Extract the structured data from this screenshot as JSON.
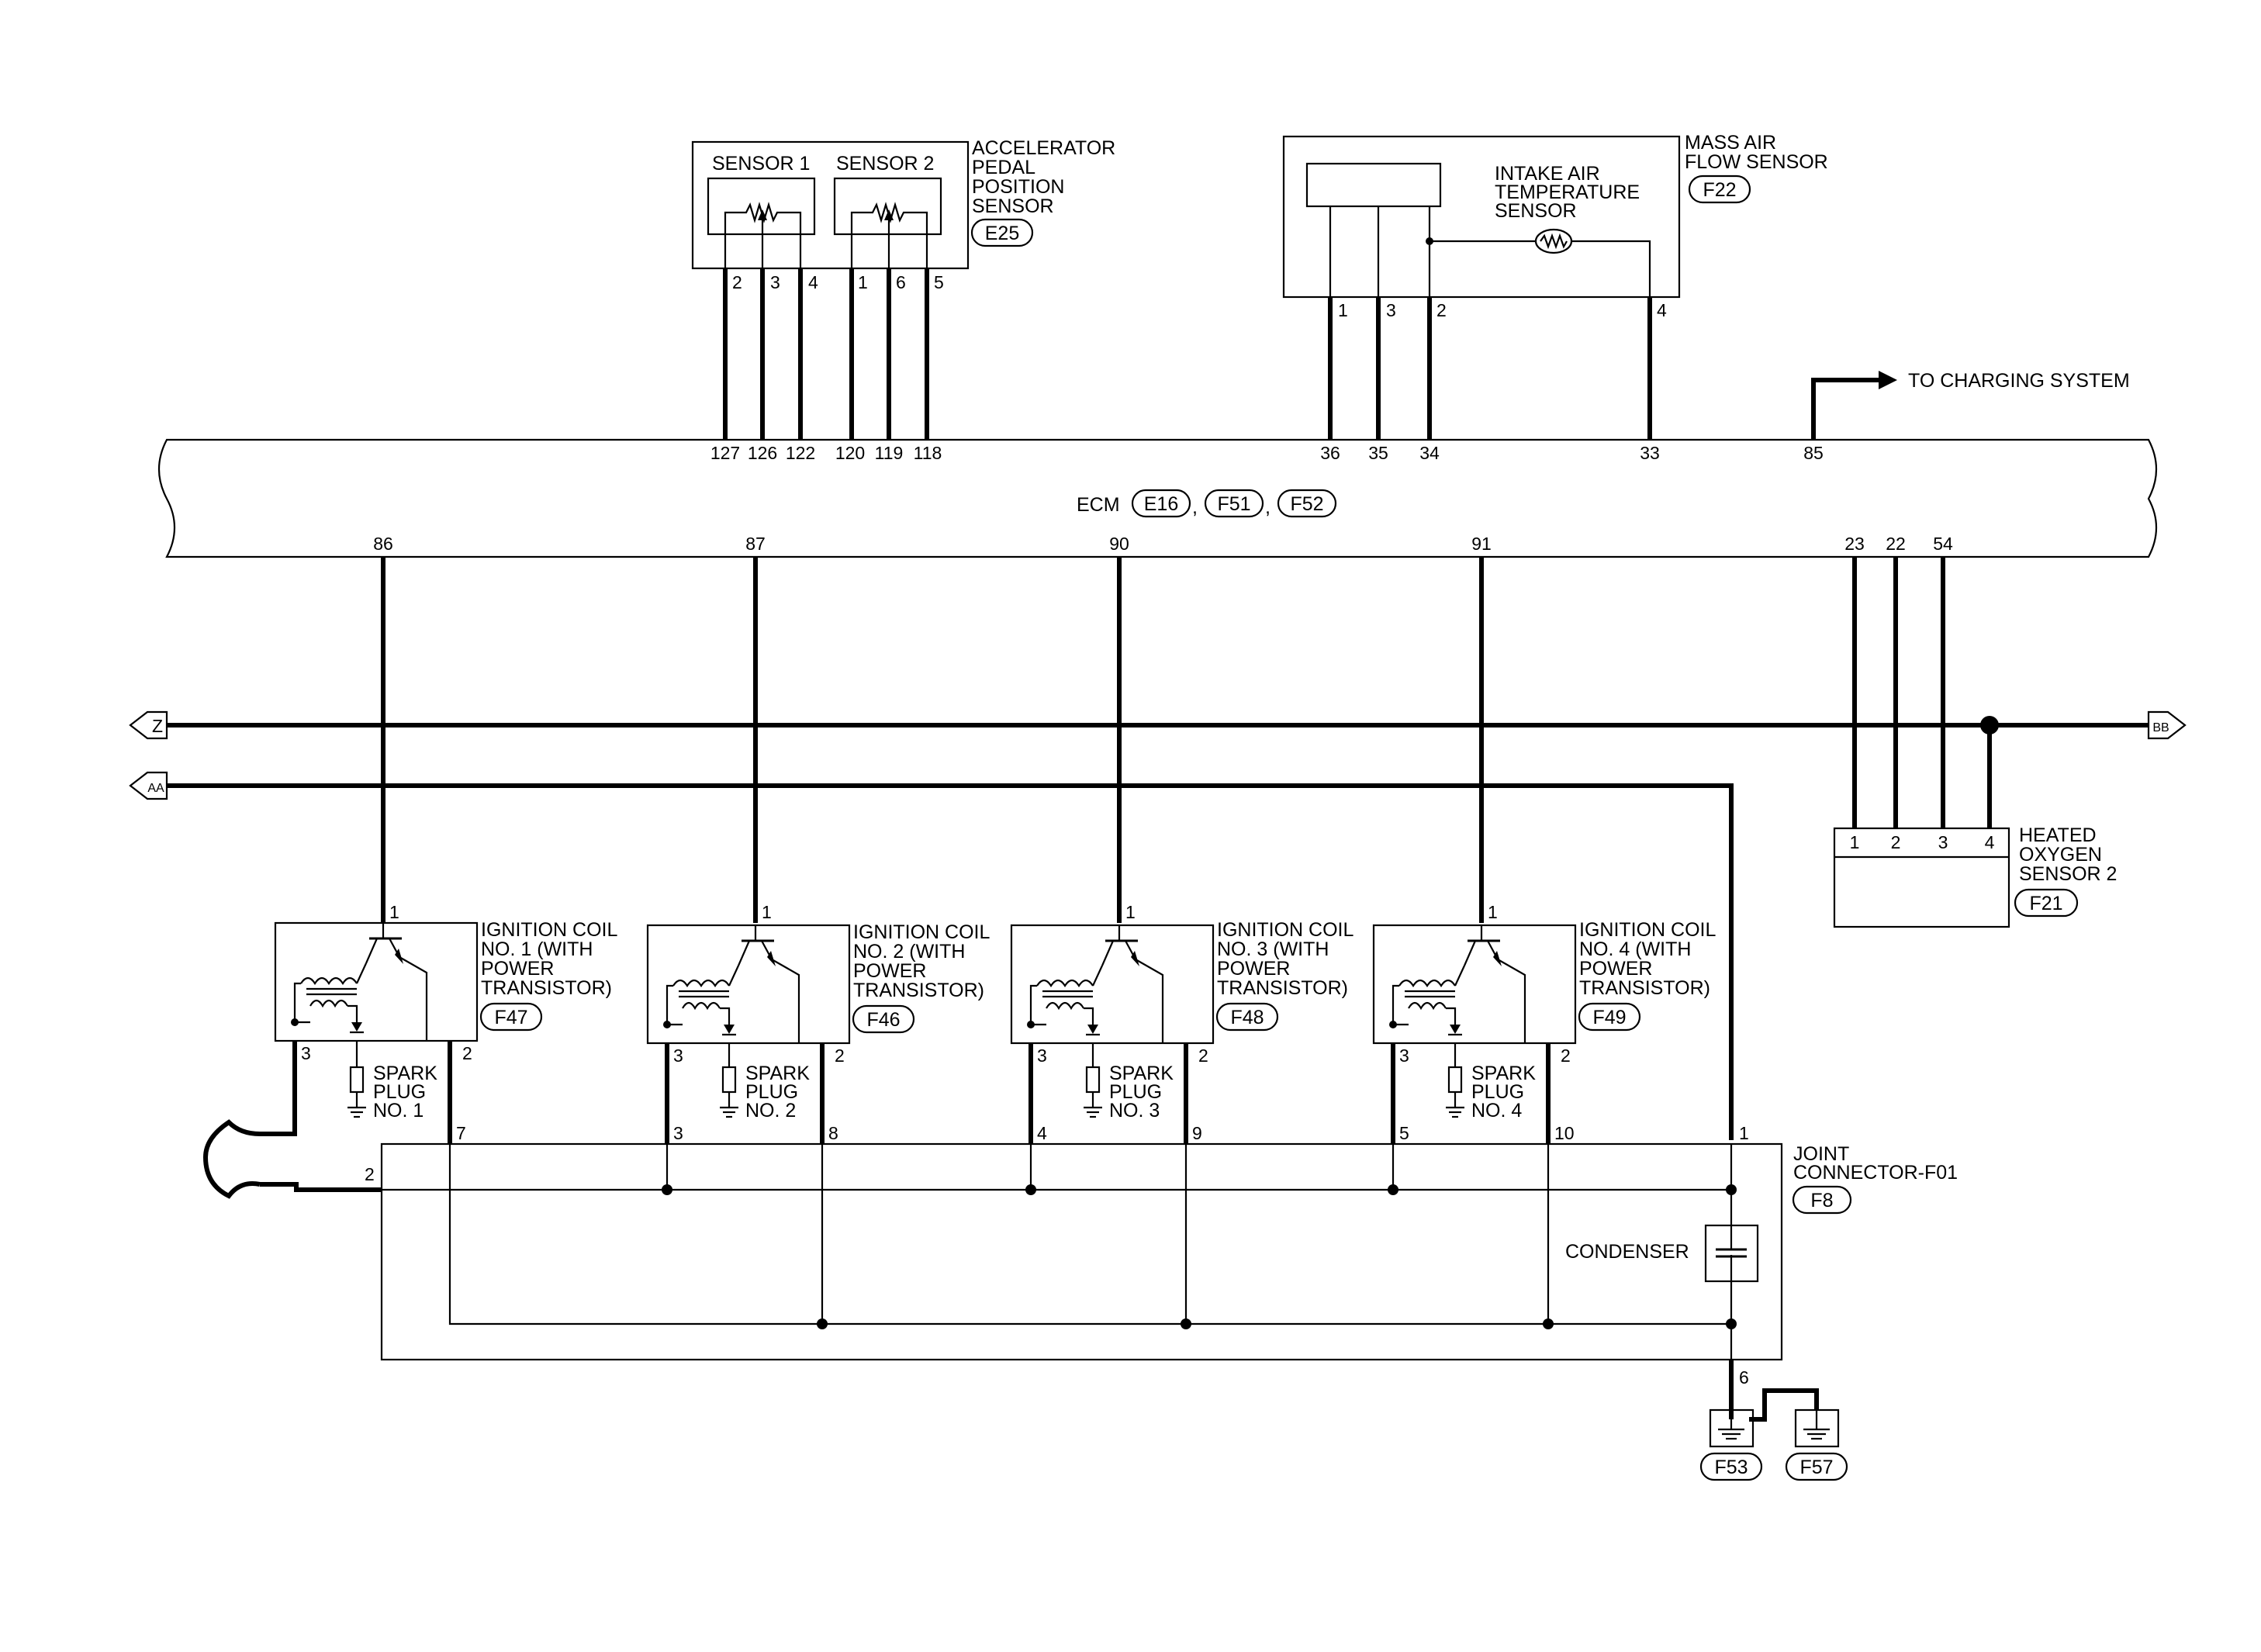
{
  "ecm": {
    "label": "ECM",
    "connectors": [
      "E16",
      "F51",
      "F52"
    ]
  },
  "accelerator_sensor": {
    "title_lines": [
      "ACCELERATOR",
      "PEDAL",
      "POSITION",
      "SENSOR"
    ],
    "connector": "E25",
    "sensor1_label": "SENSOR 1",
    "sensor2_label": "SENSOR 2",
    "device_pins": [
      "2",
      "3",
      "4",
      "1",
      "6",
      "5"
    ],
    "ecm_pins": [
      "127",
      "126",
      "122",
      "120",
      "119",
      "118"
    ]
  },
  "maf_sensor": {
    "title_lines": [
      "MASS AIR",
      "FLOW SENSOR"
    ],
    "connector": "F22",
    "iat_lines": [
      "INTAKE AIR",
      "TEMPERATURE",
      "SENSOR"
    ],
    "device_pins": [
      "1",
      "3",
      "2",
      "4"
    ],
    "ecm_pins": [
      "36",
      "35",
      "34",
      "33"
    ]
  },
  "charging": {
    "label": "TO CHARGING SYSTEM",
    "ecm_pin": "85"
  },
  "ecm_bottom_pins": [
    "86",
    "87",
    "90",
    "91",
    "23",
    "22",
    "54"
  ],
  "bus": {
    "z_label": "Z",
    "aa_label": "AA",
    "bb_label": "BB"
  },
  "ignition_coils": [
    {
      "title_lines": [
        "IGNITION COIL",
        "NO. 1 (WITH",
        "POWER",
        "TRANSISTOR)"
      ],
      "connector": "F47",
      "pin_top": "1",
      "pin_left": "3",
      "pin_right": "2",
      "plug_lines": [
        "SPARK",
        "PLUG",
        "NO. 1"
      ]
    },
    {
      "title_lines": [
        "IGNITION COIL",
        "NO. 2 (WITH",
        "POWER",
        "TRANSISTOR)"
      ],
      "connector": "F46",
      "pin_top": "1",
      "pin_left": "3",
      "pin_right": "2",
      "plug_lines": [
        "SPARK",
        "PLUG",
        "NO. 2"
      ]
    },
    {
      "title_lines": [
        "IGNITION COIL",
        "NO. 3 (WITH",
        "POWER",
        "TRANSISTOR)"
      ],
      "connector": "F48",
      "pin_top": "1",
      "pin_left": "3",
      "pin_right": "2",
      "plug_lines": [
        "SPARK",
        "PLUG",
        "NO. 3"
      ]
    },
    {
      "title_lines": [
        "IGNITION COIL",
        "NO. 4 (WITH",
        "POWER",
        "TRANSISTOR)"
      ],
      "connector": "F49",
      "pin_top": "1",
      "pin_left": "3",
      "pin_right": "2",
      "plug_lines": [
        "SPARK",
        "PLUG",
        "NO. 4"
      ]
    }
  ],
  "joint_connector": {
    "title_lines": [
      "JOINT",
      "CONNECTOR-F01"
    ],
    "connector": "F8",
    "pins": [
      "2",
      "7",
      "3",
      "8",
      "4",
      "9",
      "5",
      "10",
      "1",
      "6"
    ],
    "condenser_label": "CONDENSER"
  },
  "oxygen_sensor": {
    "title_lines": [
      "HEATED",
      "OXYGEN",
      "SENSOR 2"
    ],
    "connector": "F21",
    "pins": [
      "1",
      "2",
      "3",
      "4"
    ]
  },
  "grounds": [
    "F53",
    "F57"
  ]
}
